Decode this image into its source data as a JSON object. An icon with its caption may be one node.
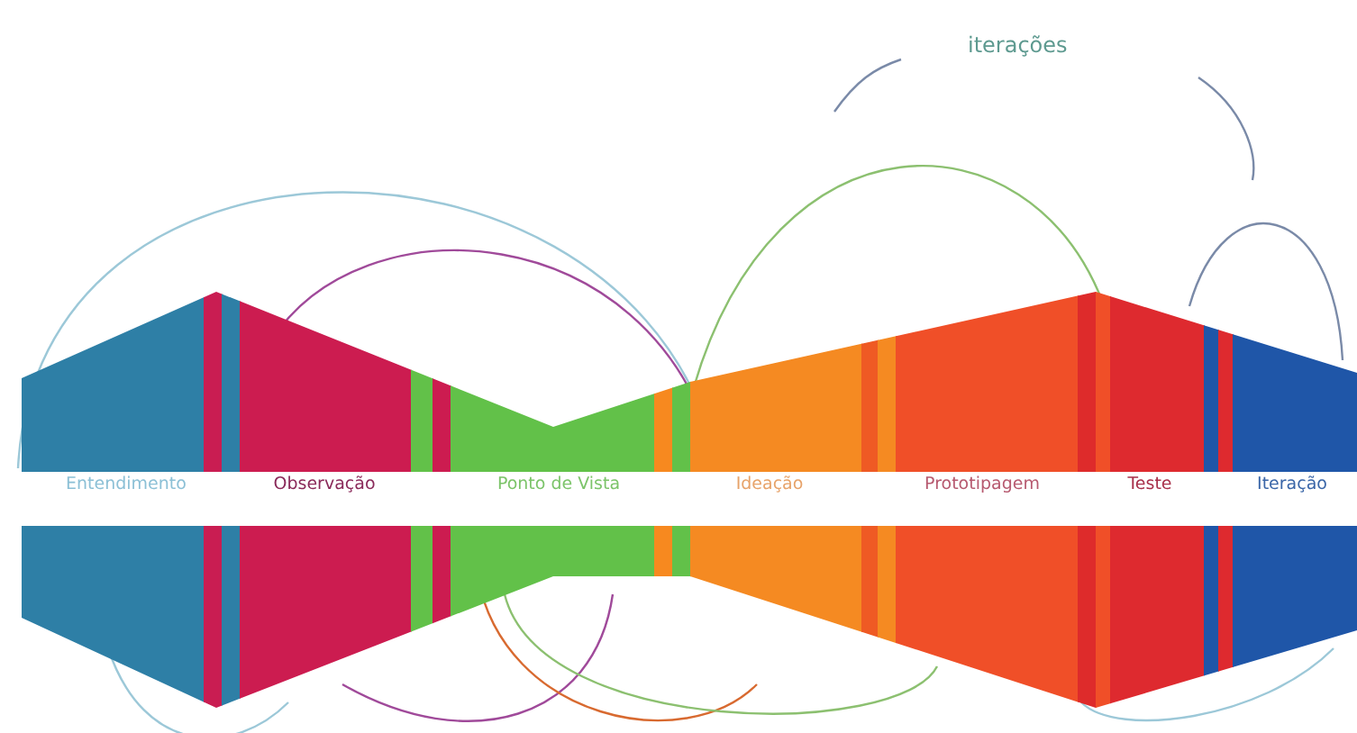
{
  "diagram": {
    "nodes": [
      {
        "text": [
          "Entendimento"
        ]
      },
      {
        "text": [
          "Observação"
        ]
      },
      {
        "text": [
          "Ponto de Vista"
        ]
      },
      {
        "text": [
          "Ideação"
        ]
      },
      {
        "text": [
          "Prototipagem"
        ]
      },
      {
        "text": [
          "Teste"
        ]
      },
      {
        "text": [
          "Iteração"
        ]
      }
    ],
    "labels": [
      "iterações"
    ]
  }
}
